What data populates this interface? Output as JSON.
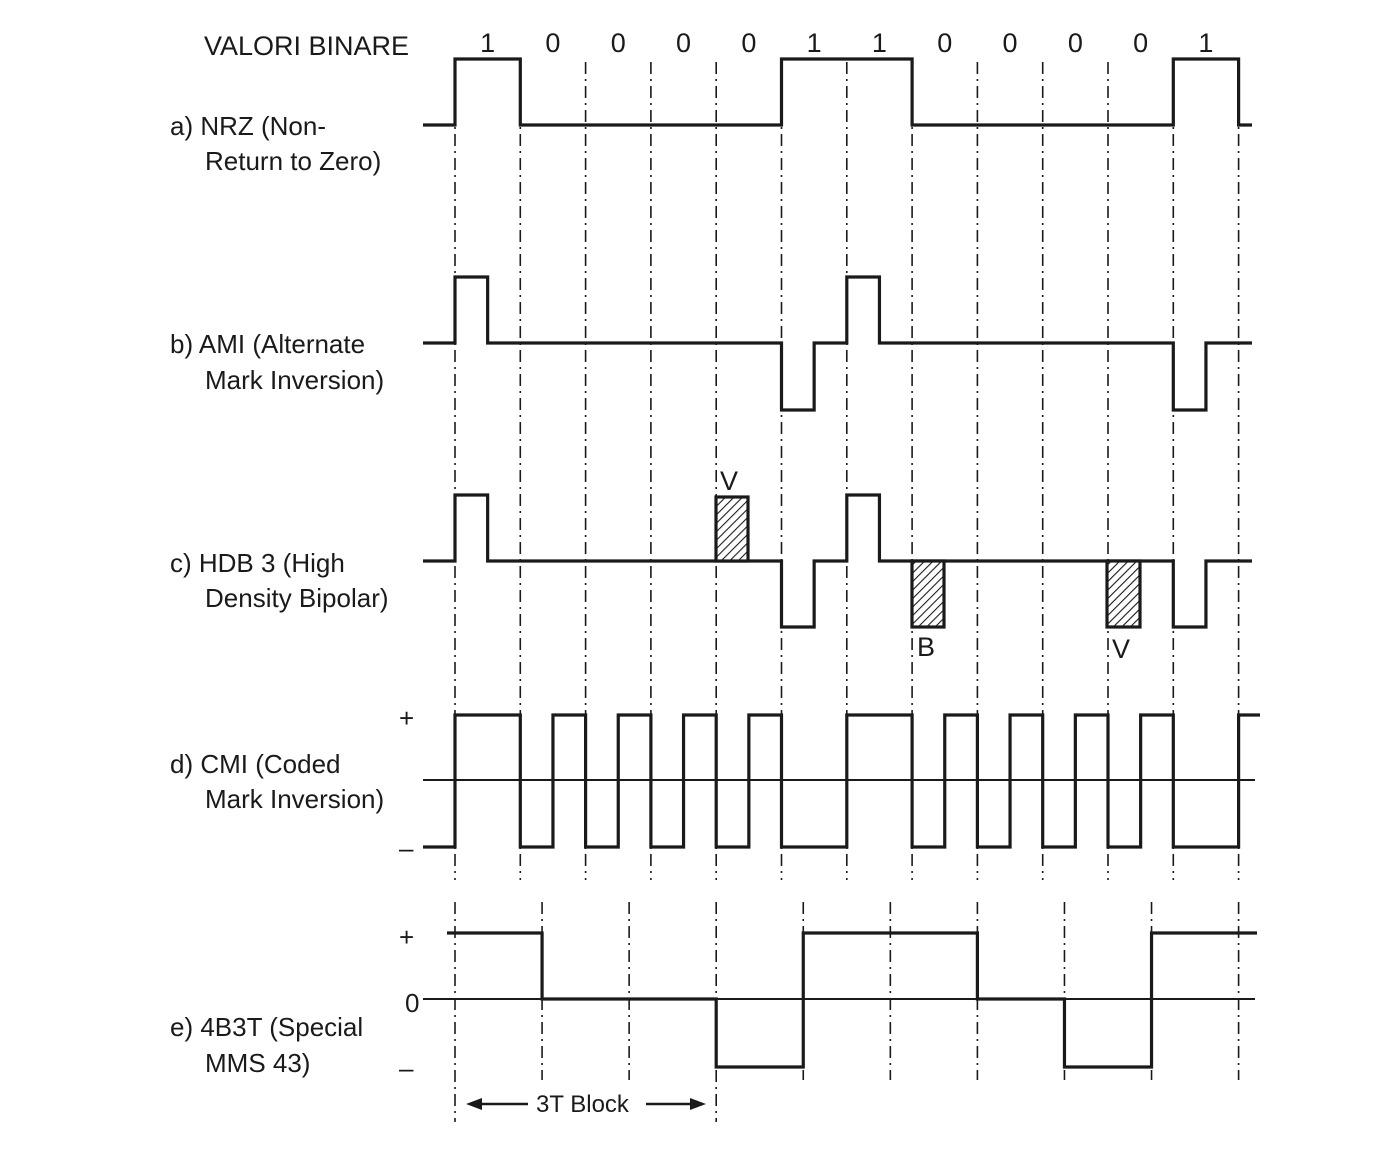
{
  "header": {
    "label": "VALORI BINARE",
    "bits": [
      "1",
      "0",
      "0",
      "0",
      "0",
      "1",
      "1",
      "0",
      "0",
      "0",
      "0",
      "1"
    ]
  },
  "codes": {
    "nrz": {
      "line1": "a) NRZ (Non-",
      "line2": "Return to Zero)"
    },
    "ami": {
      "line1": "b) AMI (Alternate",
      "line2": "Mark Inversion)"
    },
    "hdb3": {
      "line1": "c) HDB 3 (High",
      "line2": "Density Bipolar)",
      "marker_v1": "V",
      "marker_b": "B",
      "marker_v2": "V"
    },
    "cmi": {
      "line1": "d) CMI (Coded",
      "line2": "Mark Inversion)",
      "plus": "+",
      "minus": "–"
    },
    "b4b3t": {
      "line1": "e) 4B3T (Special",
      "line2": "MMS 43)",
      "plus": "+",
      "zero": "0",
      "minus": "–",
      "block_label": "3T Block"
    }
  },
  "colors": {
    "ink": "#1a1a1a",
    "background": "#ffffff"
  }
}
